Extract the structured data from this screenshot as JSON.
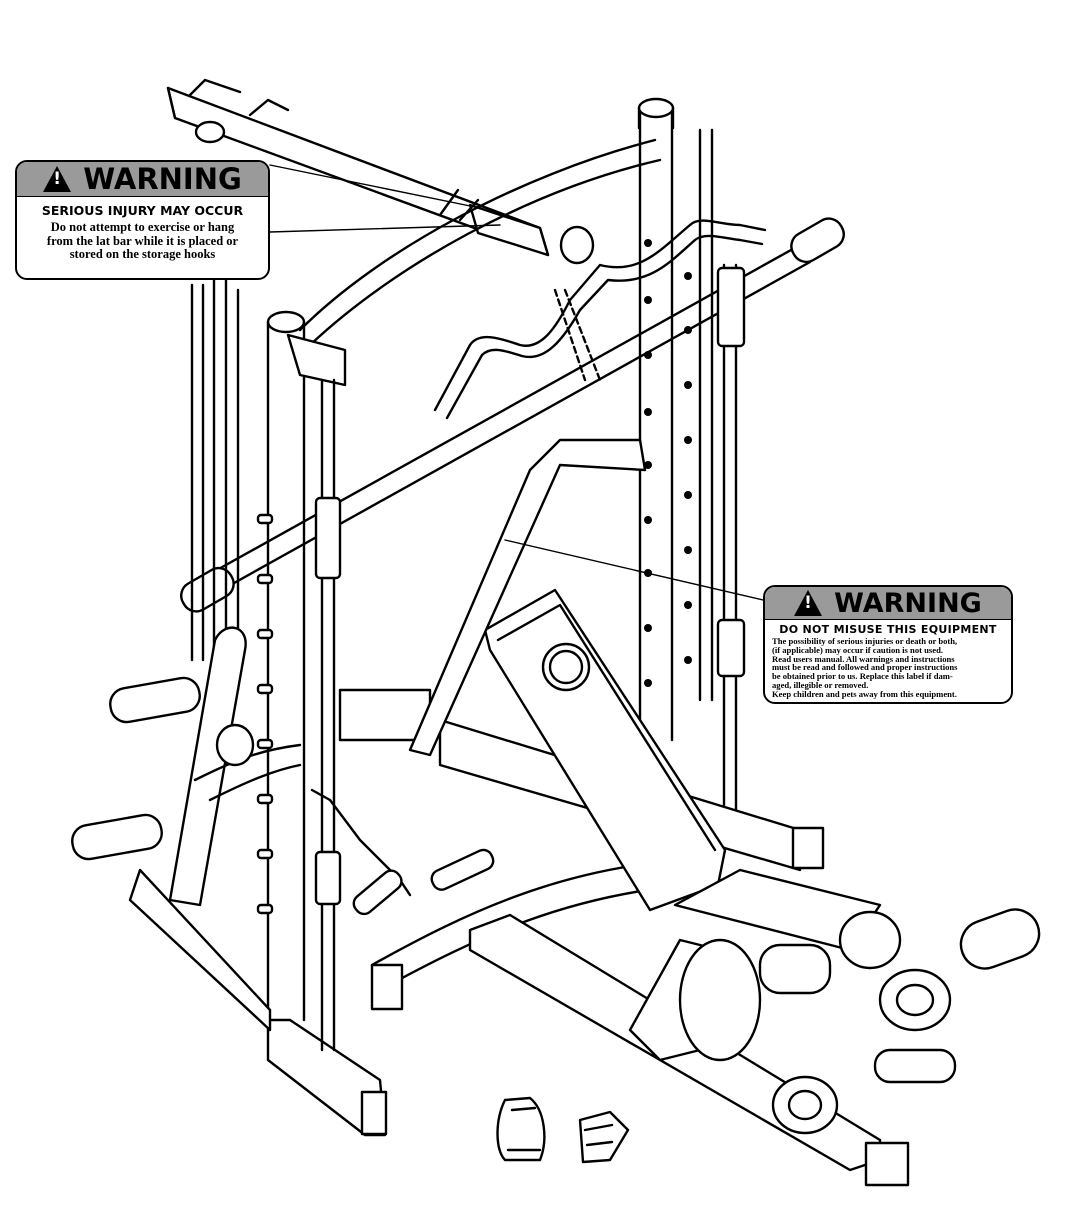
{
  "warning_label_top": {
    "heading": "WARNING",
    "subheading": "SERIOUS INJURY MAY OCCUR",
    "lines": [
      "Do not attempt to exercise or hang",
      "from the lat bar while it is placed or",
      "stored on the storage hooks"
    ]
  },
  "warning_label_right": {
    "heading": "WARNING",
    "subheading": "DO NOT MISUSE THIS EQUIPMENT",
    "lines": [
      "The possibility of serious injuries or death or both,",
      "(if applicable) may occur if caution is not used.",
      "Read users manual. All warnings and instructions",
      "must be read and followed and proper instructions",
      "be obtained prior to us. Replace this label if dam-",
      "aged, illegible or removed.",
      "Keep children and pets away from this equipment."
    ]
  },
  "colors": {
    "line": "#000000",
    "label_header": "#9a9a9a",
    "fill": "#ffffff"
  },
  "icons": {
    "warning": "warning-triangle-icon"
  }
}
